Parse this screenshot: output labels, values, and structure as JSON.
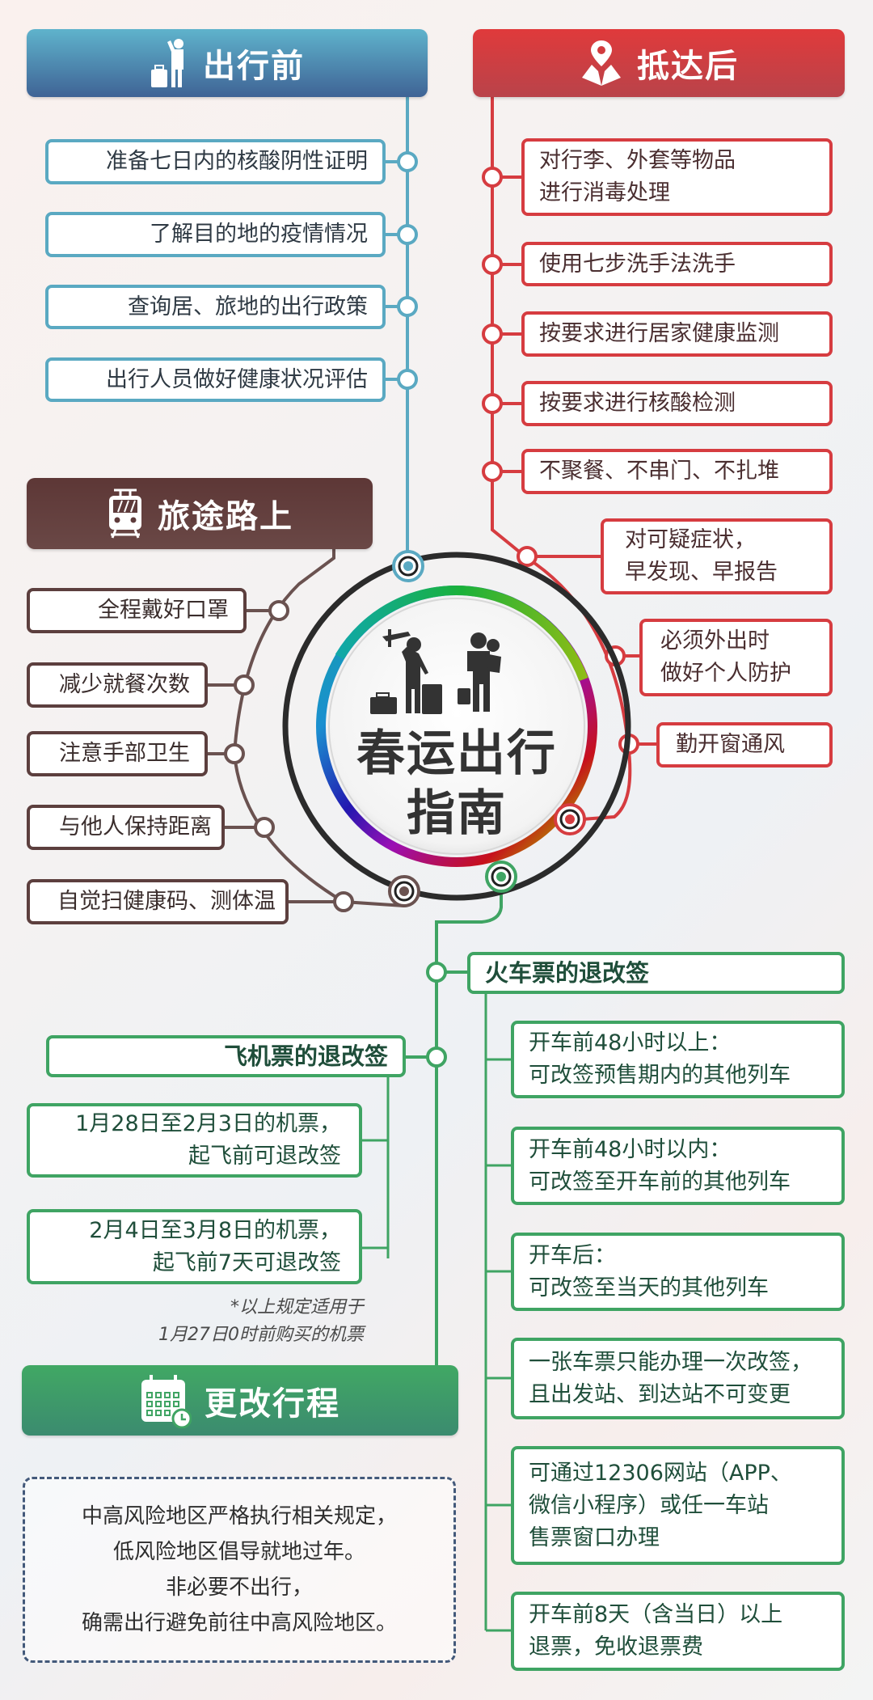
{
  "center": {
    "title_line1": "春运出行",
    "title_line2": "指南",
    "icon": "travelers-with-luggage-icon"
  },
  "before_travel": {
    "title": "出行前",
    "icon": "traveler-with-suitcase-icon",
    "color": "#4f8fb5",
    "items": [
      "准备七日内的核酸阴性证明",
      "了解目的地的疫情情况",
      "查询居、旅地的出行政策",
      "出行人员做好健康状况评估"
    ]
  },
  "after_arrival": {
    "title": "抵达后",
    "icon": "map-pin-icon",
    "color": "#d63c40",
    "items": [
      {
        "line1": "对行李、外套等物品",
        "line2": "进行消毒处理"
      },
      {
        "line1": "使用七步洗手法洗手"
      },
      {
        "line1": "按要求进行居家健康监测"
      },
      {
        "line1": "按要求进行核酸检测"
      },
      {
        "line1": "不聚餐、不串门、不扎堆"
      },
      {
        "line1": "对可疑症状，",
        "line2": "早发现、早报告"
      },
      {
        "line1": "必须外出时",
        "line2": "做好个人防护"
      },
      {
        "line1": "勤开窗通风"
      }
    ]
  },
  "on_the_way": {
    "title": "旅途路上",
    "icon": "tram-icon",
    "color": "#5c3f3e",
    "items": [
      "全程戴好口罩",
      "减少就餐次数",
      "注意手部卫生",
      "与他人保持距离",
      "自觉扫健康码、测体温"
    ]
  },
  "change_itinerary": {
    "title": "更改行程",
    "icon": "calendar-clock-icon",
    "color": "#3fa463",
    "flight": {
      "title": "飞机票的退改签",
      "items": [
        {
          "line1": "1月28日至2月3日的机票，",
          "line2": "起飞前可退改签"
        },
        {
          "line1": "2月4日至3月8日的机票，",
          "line2": "起飞前7天可退改签"
        }
      ],
      "note_line1": "*以上规定适用于",
      "note_line2": "1月27日0时前购买的机票"
    },
    "train": {
      "title": "火车票的退改签",
      "items": [
        {
          "line1": "开车前48小时以上：",
          "line2": "可改签预售期内的其他列车"
        },
        {
          "line1": "开车前48小时以内：",
          "line2": "可改签至开车前的其他列车"
        },
        {
          "line1": "开车后：",
          "line2": "可改签至当天的其他列车"
        },
        {
          "line1": "一张车票只能办理一次改签，",
          "line2": "且出发站、到达站不可变更"
        },
        {
          "line1": "可通过12306网站（APP、",
          "line2": "微信小程序）或任一车站",
          "line3": "售票窗口办理"
        },
        {
          "line1": "开车前8天（含当日）以上",
          "line2": "退票，免收退票费"
        }
      ]
    }
  },
  "notice": {
    "line1": "中高风险地区严格执行相关规定，",
    "line2": "低风险地区倡导就地过年。",
    "line3": "非必要不出行，",
    "line4": "确需出行避免前往中高风险地区。"
  }
}
